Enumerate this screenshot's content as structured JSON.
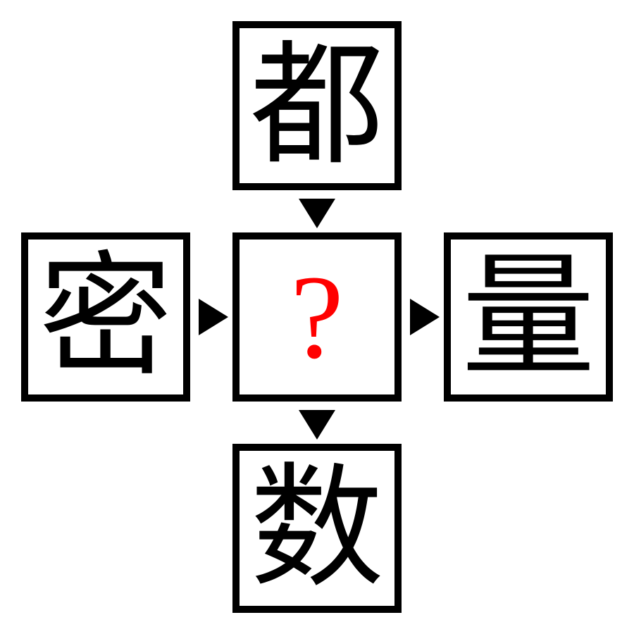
{
  "puzzle": {
    "top": "都",
    "left": "密",
    "center": "?",
    "right": "量",
    "bottom": "数"
  },
  "colors": {
    "border": "#000000",
    "text": "#000000",
    "question": "#ff0000",
    "background": "#ffffff"
  },
  "icons": {
    "arrow_down": "triangle-down-icon",
    "arrow_right": "triangle-right-icon"
  }
}
